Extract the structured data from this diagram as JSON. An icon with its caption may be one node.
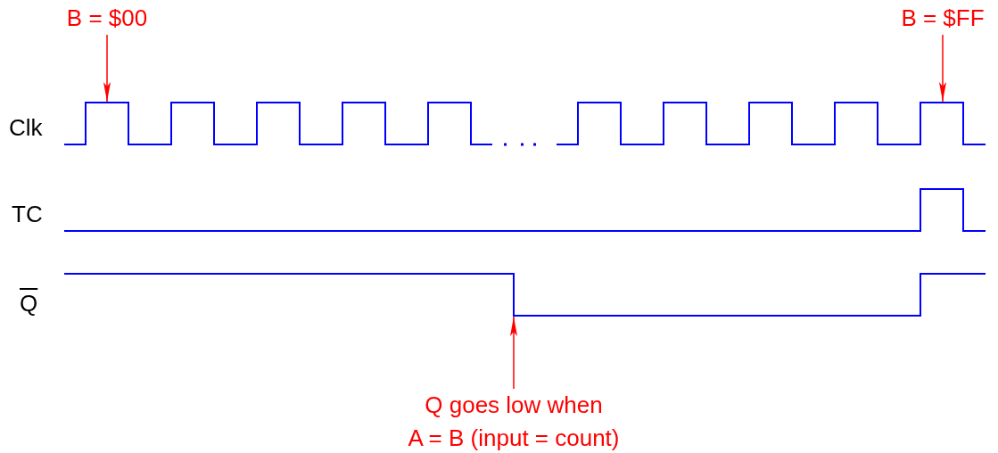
{
  "diagram": {
    "nodes": [
      {
        "text": [
          "B = $00"
        ]
      },
      {
        "text": [
          "B = $FF"
        ]
      },
      {
        "text": [
          "Q goes low when A = B (input = count)"
        ]
      },
      {
        "text": [],
        "shape": "picture"
      },
      {
        "text": [],
        "shape": "picture"
      }
    ],
    "edges": [
      {
        "from": 0,
        "to": 3,
        "arrow": "to"
      },
      {
        "from": 1,
        "to": 3,
        "arrow": "to"
      },
      {
        "from": 2,
        "to": 4,
        "arrow": "to"
      }
    ],
    "labels": [
      "Clk",
      "TC",
      "Q"
    ]
  }
}
